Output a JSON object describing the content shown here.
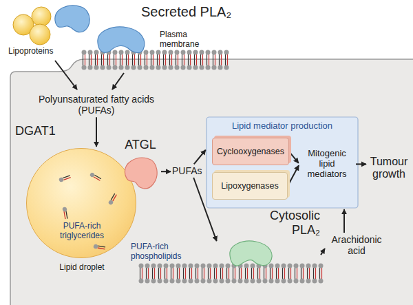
{
  "diagram": {
    "nodes": [
      {
        "text": [
          "Polyunsaturated fatty acids (PUFAs)"
        ]
      },
      {
        "text": [
          "PUFA-rich triglycerides",
          "Lipid droplet"
        ]
      },
      {
        "text": [
          "ATGL"
        ]
      },
      {
        "text": [
          "PUFAs"
        ]
      },
      {
        "text": [
          "Lipid mediator production"
        ]
      },
      {
        "text": [
          "Cyclooxygenases"
        ],
        "in": 4
      },
      {
        "text": [
          "Lipoxygenases"
        ],
        "in": 4
      },
      {
        "text": [
          "Mitogenic lipid mediators"
        ],
        "in": 4
      },
      {
        "text": [
          "Tumour growth"
        ]
      },
      {
        "text": [
          "PUFA-rich phospholipids"
        ]
      },
      {
        "text": [
          "Cytosolic PLA₂"
        ]
      },
      {
        "text": [
          "Arachidonic acid"
        ]
      }
    ],
    "edges": [
      {
        "from": 0,
        "to": 1,
        "arrow": "to"
      },
      {
        "from": 2,
        "to": 3,
        "arrow": "to"
      },
      {
        "from": 3,
        "to": 4,
        "arrow": "to"
      },
      {
        "from": 3,
        "to": 9,
        "arrow": "to"
      },
      {
        "from": 5,
        "to": 7,
        "arrow": "to"
      },
      {
        "from": 6,
        "to": 7,
        "arrow": "to"
      },
      {
        "from": 7,
        "to": 8,
        "arrow": "to"
      },
      {
        "from": 10,
        "to": 11,
        "arrow": "to"
      },
      {
        "from": 11,
        "to": 4,
        "arrow": "to"
      }
    ],
    "labels": [
      "Secreted PLA₂",
      "Lipoproteins",
      "Plasma membrane",
      "DGAT1"
    ]
  }
}
